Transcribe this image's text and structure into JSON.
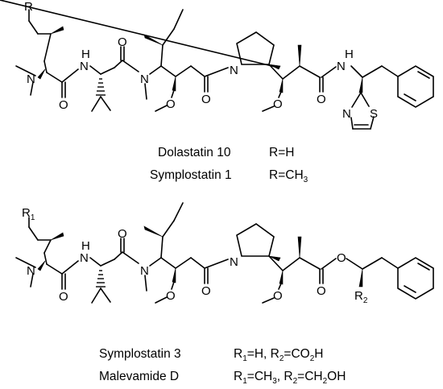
{
  "structure_1": {
    "r_label": "R",
    "n_dimethyl": "N",
    "n_h_1": "N",
    "h_1": "H",
    "n_methyl": "N",
    "o_1": "O",
    "o_2": "O",
    "o_methoxy_1": "O",
    "o_3": "O",
    "n_pyrrolidine": "N",
    "o_methoxy_2": "O",
    "o_4": "O",
    "n_h_2": "N",
    "h_2": "H",
    "n_thiazole": "N",
    "s_thiazole": "S",
    "caption_rows": [
      {
        "name": "Dolastatin 10",
        "r_group": "R=H"
      },
      {
        "name": "Symplostatin 1",
        "r_group_prefix": "R=CH",
        "r_group_sub": "3"
      }
    ]
  },
  "structure_2": {
    "r1_label": "R",
    "r1_sub": "1",
    "n_dimethyl": "N",
    "n_h_1": "N",
    "h_1": "H",
    "n_methyl": "N",
    "o_1": "O",
    "o_2": "O",
    "o_methoxy_1": "O",
    "o_3": "O",
    "n_pyrrolidine": "N",
    "o_methoxy_2": "O",
    "o_4": "O",
    "o_ester": "O",
    "r2_label": "R",
    "r2_sub": "2",
    "caption_rows": [
      {
        "name": "Symplostatin 3",
        "r1": "R",
        "r1_sub": "1",
        "r1_val": "=H, R",
        "r2_sub": "2",
        "r2_val": "=CO",
        "r2_val_sub": "2",
        "r2_val_end": "H"
      },
      {
        "name": "Malevamide D",
        "r1": "R",
        "r1_sub": "1",
        "r1_val": "=CH",
        "r1_val_sub": "3",
        "r1_val_mid": ", R",
        "r2_sub": "2",
        "r2_val": "=CH",
        "r2_val_sub": "2",
        "r2_val_end": "OH"
      }
    ]
  }
}
